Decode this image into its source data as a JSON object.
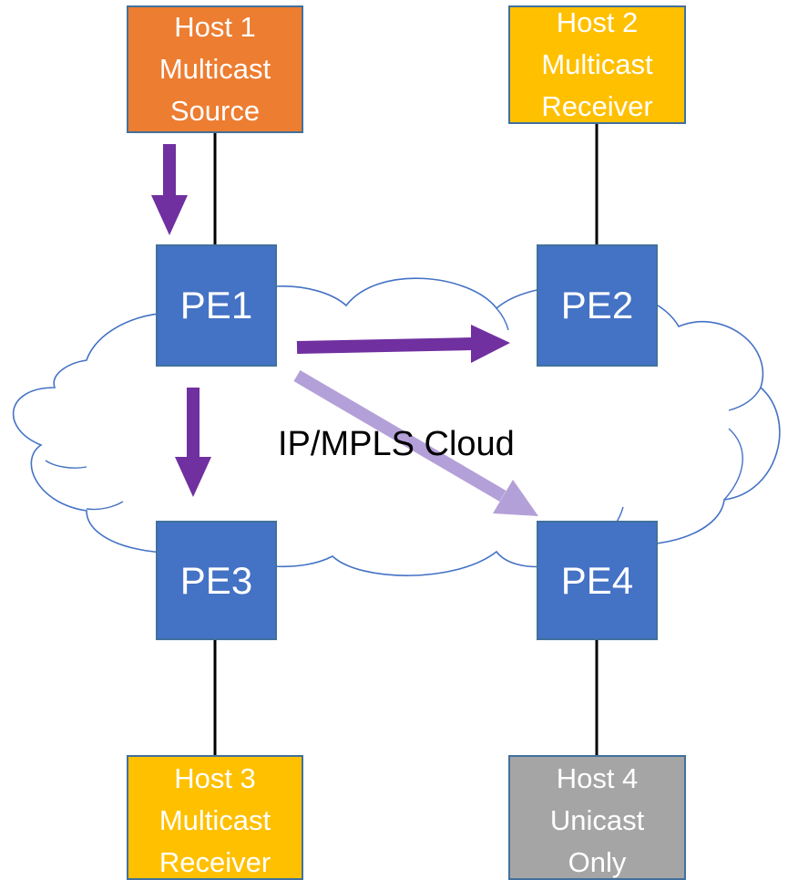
{
  "colors": {
    "source": "#ed7d31",
    "receiver": "#ffc000",
    "unicast": "#a5a5a5",
    "pe": "#4472c4",
    "pe_border": "#41719c",
    "cloud_outline": "#4472c4",
    "arrow_active": "#7030a0",
    "arrow_faded": "#b4a0d8",
    "link": "#000000"
  },
  "cloud": {
    "label": "IP/MPLS Cloud"
  },
  "hosts": [
    {
      "id": "host1",
      "lines": [
        "Host 1",
        "Multicast",
        "Source"
      ],
      "role": "source"
    },
    {
      "id": "host2",
      "lines": [
        "Host 2",
        "Multicast",
        "Receiver"
      ],
      "role": "receiver"
    },
    {
      "id": "host3",
      "lines": [
        "Host 3",
        "Multicast",
        "Receiver"
      ],
      "role": "receiver"
    },
    {
      "id": "host4",
      "lines": [
        "Host 4",
        "Unicast",
        "Only"
      ],
      "role": "unicast"
    }
  ],
  "routers": [
    {
      "id": "pe1",
      "label": "PE1"
    },
    {
      "id": "pe2",
      "label": "PE2"
    },
    {
      "id": "pe3",
      "label": "PE3"
    },
    {
      "id": "pe4",
      "label": "PE4"
    }
  ],
  "links": [
    {
      "from": "host1",
      "to": "pe1"
    },
    {
      "from": "host2",
      "to": "pe2"
    },
    {
      "from": "pe3",
      "to": "host3"
    },
    {
      "from": "pe4",
      "to": "host4"
    }
  ],
  "flows": [
    {
      "from": "host1",
      "to": "pe1",
      "style": "active"
    },
    {
      "from": "pe1",
      "to": "pe2",
      "style": "active"
    },
    {
      "from": "pe1",
      "to": "pe3",
      "style": "active"
    },
    {
      "from": "pe1",
      "to": "pe4",
      "style": "faded"
    }
  ]
}
